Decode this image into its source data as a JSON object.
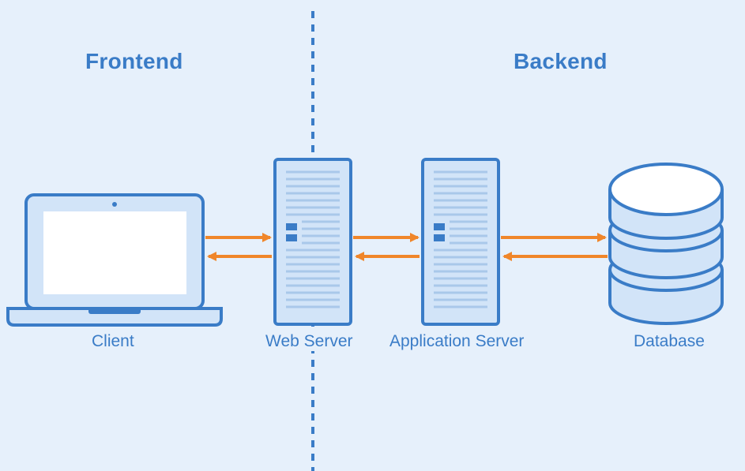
{
  "sections": {
    "frontend": "Frontend",
    "backend": "Backend"
  },
  "nodes": {
    "client": "Client",
    "web_server": "Web Server",
    "app_server": "Application Server",
    "database": "Database"
  },
  "colors": {
    "background": "#e6f0fb",
    "primary": "#3a7cc7",
    "fill_light": "#d2e4f8",
    "arrow": "#f0862a",
    "white": "#ffffff"
  },
  "icons": {
    "client": "laptop-icon",
    "web_server": "server-icon",
    "app_server": "server-icon",
    "database": "database-icon"
  }
}
